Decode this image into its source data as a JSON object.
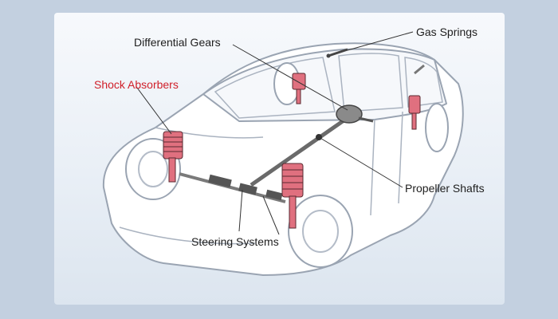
{
  "labels": {
    "differential_gears": "Differential Gears",
    "gas_springs": "Gas Springs",
    "shock_absorbers": "Shock Absorbers",
    "propeller_shafts": "Propeller Shafts",
    "steering_systems": "Steering Systems"
  },
  "colors": {
    "background": "#c3d0e0",
    "panel": "#eef2f7",
    "car_outline": "#9aa4b2",
    "component_red": "#e0707f",
    "component_dark": "#3a3a3a",
    "highlight_label": "#d0202a"
  }
}
